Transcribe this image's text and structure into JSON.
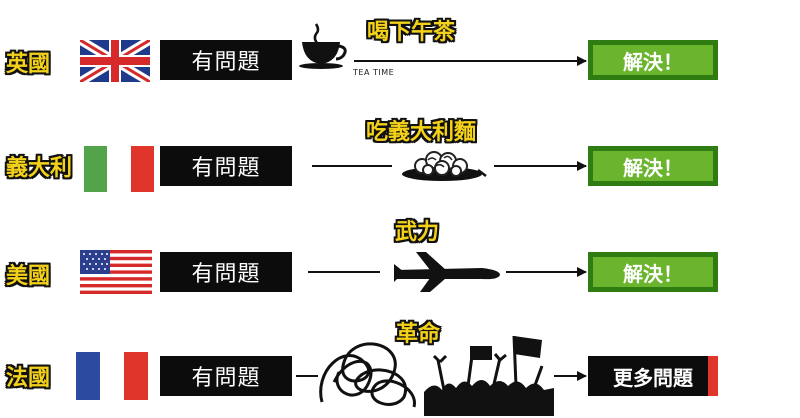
{
  "rows": [
    {
      "country": "英國",
      "problem": "有問題",
      "method": "喝下午茶",
      "method_icon": "teacup-icon",
      "method_sublabel": "TEA TIME",
      "result": "解決！"
    },
    {
      "country": "義大利",
      "problem": "有問題",
      "method": "吃義大利麵",
      "method_icon": "pasta-plate-icon",
      "result": "解決！"
    },
    {
      "country": "美國",
      "problem": "有問題",
      "method": "武力",
      "method_icon": "drone-icon",
      "result": "解決！"
    },
    {
      "country": "法國",
      "problem": "有問題",
      "method": "革命",
      "method_icon": "protest-crowd-icon",
      "result": "更多問題"
    }
  ],
  "colors": {
    "label_yellow": "#f5d21a",
    "box_black": "#0c0c0c",
    "solved_green": "#6ab42e",
    "solved_green_border": "#2f7d12",
    "flag_red": "#e0352a",
    "flag_green": "#52a34a",
    "flag_blue": "#2c4aa0"
  }
}
